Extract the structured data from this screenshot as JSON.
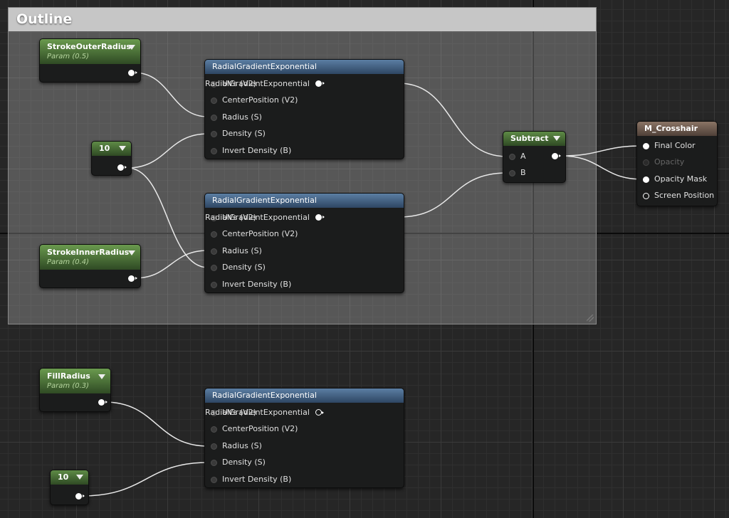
{
  "comment": {
    "title": "Outline"
  },
  "params": {
    "stroke_outer": {
      "name": "StrokeOuterRadius",
      "sub": "Param (0.5)"
    },
    "stroke_inner": {
      "name": "StrokeInnerRadius",
      "sub": "Param (0.4)"
    },
    "fill_radius": {
      "name": "FillRadius",
      "sub": "Param (0.3)"
    }
  },
  "constants": {
    "c1": "10",
    "c2": "10"
  },
  "radial": {
    "title": "RadialGradientExponential",
    "inputs": [
      "UVs (V2)",
      "CenterPosition (V2)",
      "Radius (S)",
      "Density (S)",
      "Invert Density (B)"
    ],
    "output": "RadialGradientExponential"
  },
  "subtract": {
    "title": "Subtract",
    "in_a": "A",
    "in_b": "B"
  },
  "material": {
    "title": "M_Crosshair",
    "inputs": [
      "Final Color",
      "Opacity",
      "Opacity Mask",
      "Screen Position"
    ]
  }
}
